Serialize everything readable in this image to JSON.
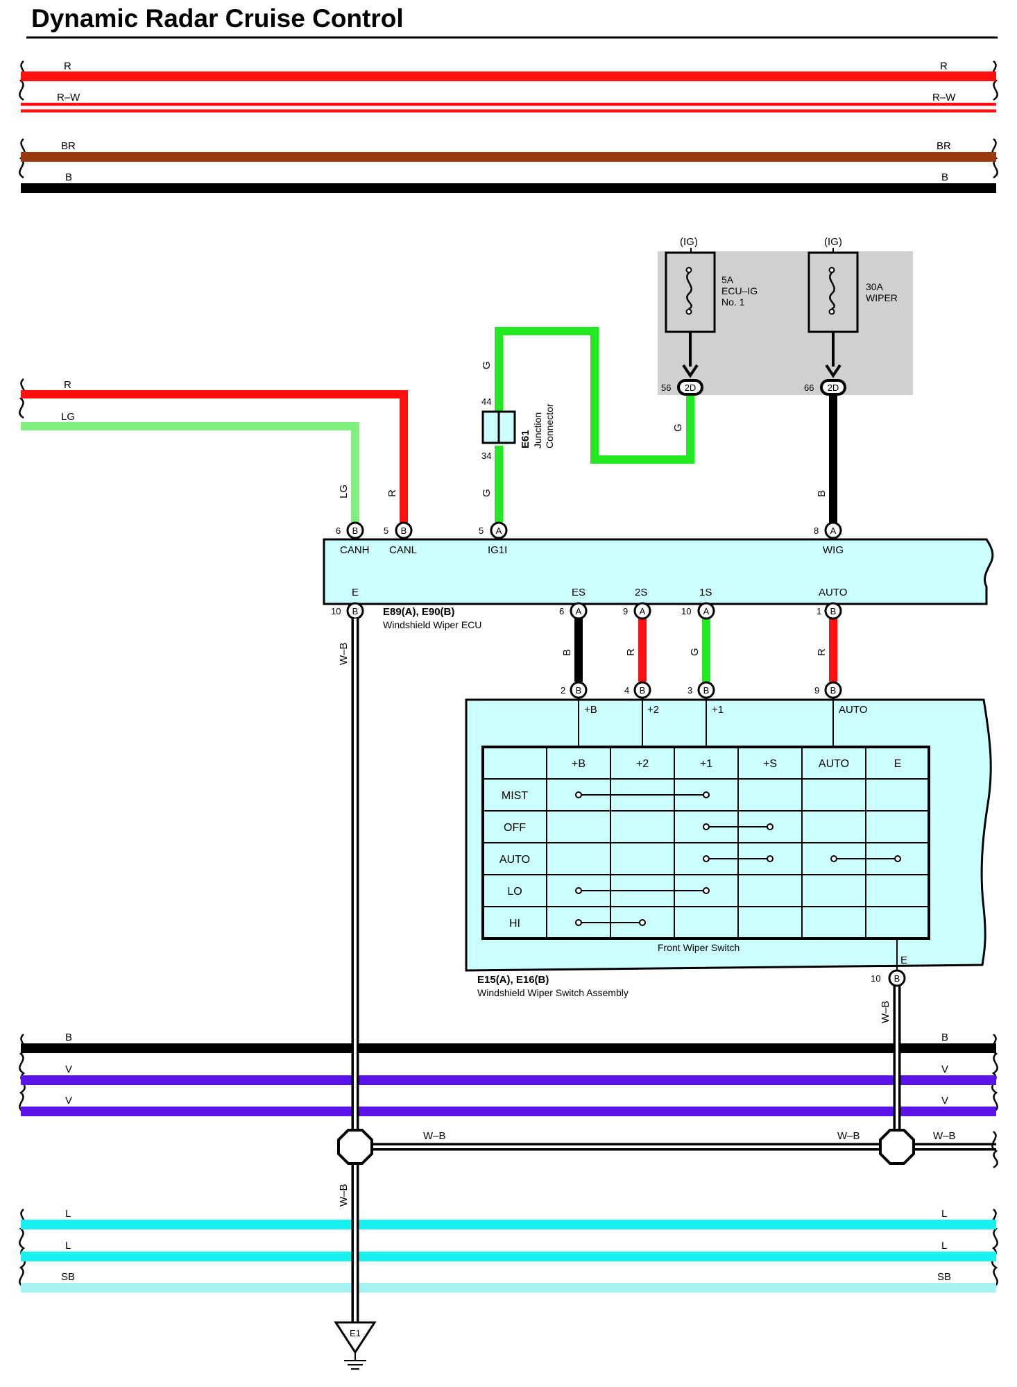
{
  "title": "Dynamic Radar Cruise Control",
  "colors": {
    "R": "#ff1010",
    "R-W": "#ff1010",
    "BR": "#9a3a0c",
    "B": "#000000",
    "LG": "#7ff07f",
    "G": "#22e822",
    "V": "#5a14ea",
    "L": "#19f0f0",
    "SB": "#a6f2f2",
    "W-B": "#000000",
    "component_fill": "#ccffff",
    "fuse_box_fill": "#d0d0d0"
  },
  "top_bus": [
    {
      "left": "R",
      "right": "R"
    },
    {
      "left": "R–W",
      "right": "R–W"
    },
    {
      "left": "BR",
      "right": "BR"
    },
    {
      "left": "B",
      "right": "B"
    }
  ],
  "mid_bus": [
    {
      "left": "B",
      "right": "B"
    },
    {
      "left": "V",
      "right": "V"
    },
    {
      "left": "V",
      "right": "V"
    }
  ],
  "bottom_bus": [
    {
      "left": "L",
      "right": "L"
    },
    {
      "left": "L",
      "right": "L"
    },
    {
      "left": "SB",
      "right": "SB"
    }
  ],
  "side_wires": {
    "r": "R",
    "lg": "LG"
  },
  "fuses": [
    {
      "supply": "(IG)",
      "rating": "5A",
      "name1": "ECU–IG",
      "name2": "No. 1",
      "pin": "56",
      "connector": "2D",
      "wire": "G",
      "icon": "fuse-icon"
    },
    {
      "supply": "(IG)",
      "rating": "30A",
      "name1": "WIPER",
      "pin": "66",
      "connector": "2D",
      "wire": "B",
      "icon": "fuse-icon"
    }
  ],
  "junction": {
    "id": "E61",
    "name1": "Junction",
    "name2": "Connector",
    "pin_top": "44",
    "pin_bottom": "34",
    "wire_top": "G",
    "wire_bottom": "G"
  },
  "ecu": {
    "id": "E89(A), E90(B)",
    "name": "Windshield Wiper ECU",
    "top_pins": [
      {
        "num": "6",
        "conn": "B",
        "label": "CANH",
        "wire": "LG"
      },
      {
        "num": "5",
        "conn": "B",
        "label": "CANL",
        "wire": "R"
      },
      {
        "num": "5",
        "conn": "A",
        "label": "IG1I",
        "wire": "G"
      },
      {
        "num": "8",
        "conn": "A",
        "label": "WIG",
        "wire": "B"
      }
    ],
    "bottom_pins": [
      {
        "num": "10",
        "conn": "B",
        "label": "E",
        "wire": "W–B"
      },
      {
        "num": "6",
        "conn": "A",
        "label": "ES",
        "wire": "B"
      },
      {
        "num": "9",
        "conn": "A",
        "label": "2S",
        "wire": "R"
      },
      {
        "num": "10",
        "conn": "A",
        "label": "1S",
        "wire": "G"
      },
      {
        "num": "1",
        "conn": "B",
        "label": "AUTO",
        "wire": "R"
      }
    ]
  },
  "switch_assy": {
    "id": "E15(A), E16(B)",
    "name": "Windshield Wiper Switch Assembly",
    "subname": "Front Wiper Switch",
    "top_pins": [
      {
        "num": "2",
        "conn": "B",
        "label": "+B"
      },
      {
        "num": "4",
        "conn": "B",
        "label": "+2"
      },
      {
        "num": "3",
        "conn": "B",
        "label": "+1"
      },
      {
        "num": "9",
        "conn": "B",
        "label": "AUTO"
      }
    ],
    "bottom_pin": {
      "num": "10",
      "conn": "B",
      "label": "E",
      "wire": "W–B"
    },
    "table": {
      "columns": [
        "+B",
        "+2",
        "+1",
        "+S",
        "AUTO",
        "E"
      ],
      "rows": [
        "MIST",
        "OFF",
        "AUTO",
        "LO",
        "HI"
      ],
      "connections": [
        {
          "row": "MIST",
          "from": "+B",
          "to": "+1"
        },
        {
          "row": "OFF",
          "from": "+1",
          "to": "+S"
        },
        {
          "row": "AUTO",
          "from": "+1",
          "to": "+S"
        },
        {
          "row": "AUTO",
          "from": "AUTO",
          "to": "E"
        },
        {
          "row": "LO",
          "from": "+B",
          "to": "+1"
        },
        {
          "row": "HI",
          "from": "+B",
          "to": "+2"
        }
      ]
    }
  },
  "ground_wires": {
    "ecu_vertical": "W–B",
    "horizontal_left": "W–B",
    "horizontal_mid": "W–B",
    "horizontal_right": "W–B",
    "switch_vertical": "W–B",
    "lower_vertical": "W–B"
  },
  "ground": {
    "id": "E1",
    "icon": "ground-icon"
  }
}
